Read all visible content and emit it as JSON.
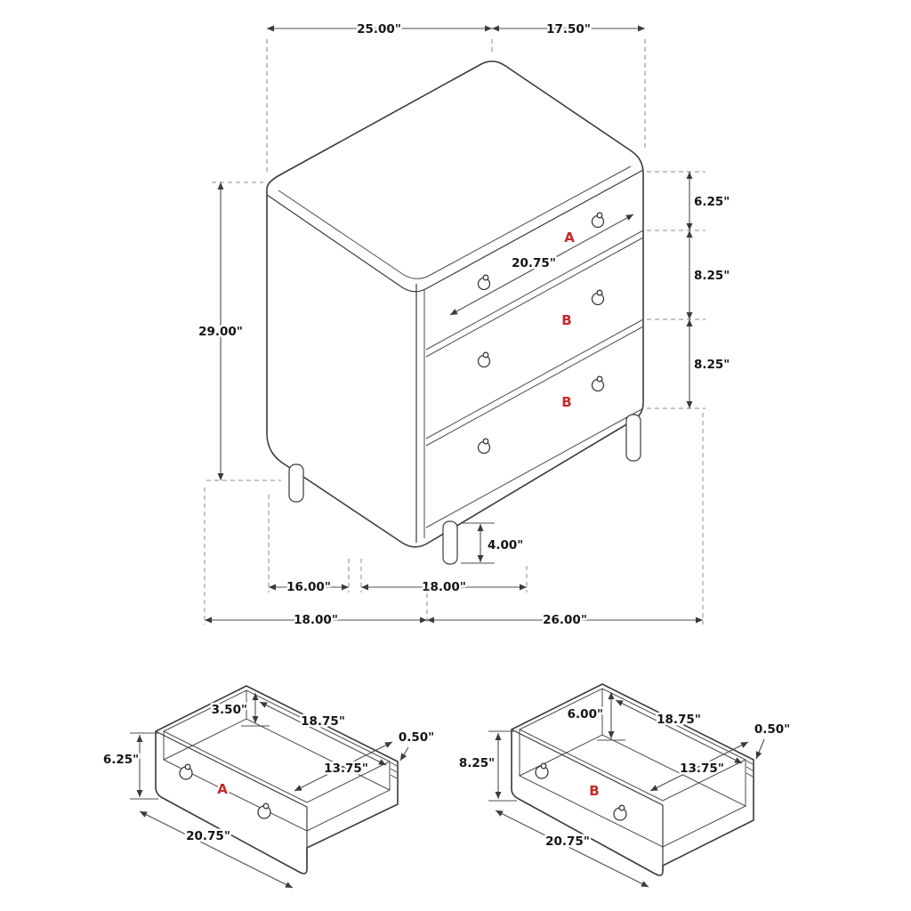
{
  "diagram": {
    "type": "furniture-dimension-diagram",
    "subject": "3-drawer chest isometric view with drawer A and drawer B detail views",
    "accent_color": "#c62828",
    "line_color": "#3b3b3b"
  },
  "main": {
    "dims": {
      "top_width": "25.00\"",
      "top_depth": "17.50\"",
      "drawer1_height": "6.25\"",
      "drawer2_height": "8.25\"",
      "drawer3_height": "8.25\"",
      "overall_height": "29.00\"",
      "drawer_face_width": "20.75\"",
      "leg_height": "4.00\"",
      "leg_span_depth": "16.00\"",
      "leg_span_width": "18.00\"",
      "overall_depth": "18.00\"",
      "overall_width": "26.00\""
    },
    "drawer_labels": {
      "top": "A",
      "middle": "B",
      "bottom": "B"
    }
  },
  "drawer_a": {
    "label": "A",
    "dims": {
      "back_height": "3.50\"",
      "inner_width": "18.75\"",
      "front_height": "6.25\"",
      "wall_thickness": "0.50\"",
      "inner_depth": "13.75\"",
      "front_width": "20.75\""
    }
  },
  "drawer_b": {
    "label": "B",
    "dims": {
      "back_height": "6.00\"",
      "inner_width": "18.75\"",
      "front_height": "8.25\"",
      "wall_thickness": "0.50\"",
      "inner_depth": "13.75\"",
      "front_width": "20.75\""
    }
  }
}
